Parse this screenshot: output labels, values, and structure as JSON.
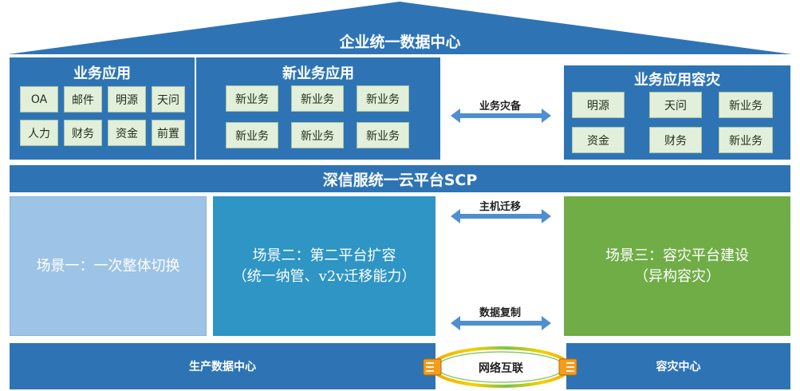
{
  "roof_title": "企业统一数据中心",
  "biz_apps": {
    "title": "业务应用",
    "items": [
      "OA",
      "邮件",
      "明源",
      "天问",
      "人力",
      "财务",
      "资金",
      "前置"
    ]
  },
  "new_biz_apps": {
    "title": "新业务应用",
    "items": [
      "新业务",
      "新业务",
      "新业务",
      "新业务",
      "新业务",
      "新业务"
    ]
  },
  "dr_apps": {
    "title": "业务应用容灾",
    "items": [
      "明源",
      "天问",
      "新业务",
      "资金",
      "财务",
      "新业务"
    ]
  },
  "arrows": {
    "backup": "业务灾备",
    "migrate": "主机迁移",
    "replicate": "数据复制"
  },
  "platform_band": "深信服统一云平台SCP",
  "scenes": {
    "s1": {
      "line1": "场景一：一次整体切换"
    },
    "s2": {
      "line1": "场景二：第二平台扩容",
      "line2": "（统一纳管、v2v迁移能力）"
    },
    "s3": {
      "line1": "场景三：容灾平台建设",
      "line2": "（异构容灾）"
    }
  },
  "bottom": {
    "prod_dc": "生产数据中心",
    "network": "网络互联",
    "dr_center": "容灾中心"
  },
  "colors": {
    "primary_blue": "#2e74b5",
    "chip_green": "#e2efda",
    "scene1": "#9dc3e6",
    "scene2": "#2e95c4",
    "scene3": "#70ad47",
    "arrow": "#4f8fd0"
  }
}
